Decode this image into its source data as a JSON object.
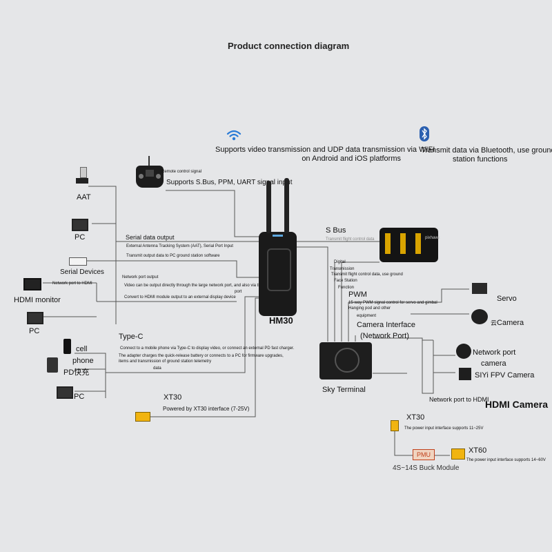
{
  "title": "Product connection diagram",
  "wifi_text": [
    "Supports video transmission and UDP data transmission via WIFI",
    "on Android and iOS platforms"
  ],
  "bt_text": [
    "Transmit data via Bluetooth, use ground",
    "station functions"
  ],
  "rc": {
    "label": "Remote control signal",
    "desc": "Supports S.Bus, PPM, UART signal input"
  },
  "left": {
    "aat": "AAT",
    "pc1": "PC",
    "serial_devices": "Serial Devices",
    "hdmi_monitor": "HDMI monitor",
    "pc2": "PC",
    "cell_phone": [
      "cell",
      "phone"
    ],
    "pd": "PD快充",
    "pc3": "PC"
  },
  "serial": {
    "title": "Serial data output",
    "line1": "External Antenna Tracking System (AAT), Serial Port Input",
    "line2": "Transmit output data to PC ground station software"
  },
  "network": {
    "title": "Network port output",
    "line1": "Video can be output directly through the large network port, and also via the network",
    "line2": "port",
    "line3": "Convert to HDMI module output to an external display device",
    "hdmi_note": "Network port to HDMI"
  },
  "typec": {
    "title": "Type-C",
    "line1": "Connect to a mobile phone via Type-C to display video, or connect an external PD fast charger.",
    "line2": "The adapter charges the quick-release battery or connects to a PC for firmware upgrades,",
    "line3": "items and transmission of ground station telemetry",
    "line4": "data"
  },
  "xt30_left": {
    "title": "XT30",
    "desc": "Powered by XT30 interface (7-25V)"
  },
  "hm30": "HM30",
  "sbus": {
    "title": "S Bus",
    "desc": "Transmit flight control data"
  },
  "digital": {
    "line1": "Digital",
    "line2": "Transmission",
    "line3": "Transmit flight control data, use ground",
    "line4": "Face Station",
    "line5": "Function"
  },
  "pwm": {
    "title": "PWM",
    "line1": "15-way PWM signal control for servo and gimbal",
    "line2": "Hanging pod and other",
    "line3": "equipment"
  },
  "servo": "Servo",
  "camera": "Camera",
  "camera_prefix": "云",
  "cam_iface": [
    "Camera Interface",
    "(Network Port)"
  ],
  "net_cam": [
    "Network port",
    "camera"
  ],
  "siyi_fpv": "SIYi FPV Camera",
  "sky_terminal": "Sky Terminal",
  "net_hdmi": "Network port to HDMI",
  "hdmi_camera": "HDMI Camera",
  "xt30_right": {
    "title": "XT30",
    "desc": "The power input interface supports 11~25V"
  },
  "pmu": "PMU",
  "xt60": {
    "title": "XT60",
    "desc": "The power input interface supports 14~60V"
  },
  "buck": "4S~14S Buck Module",
  "fc_brand": "pixhawk"
}
